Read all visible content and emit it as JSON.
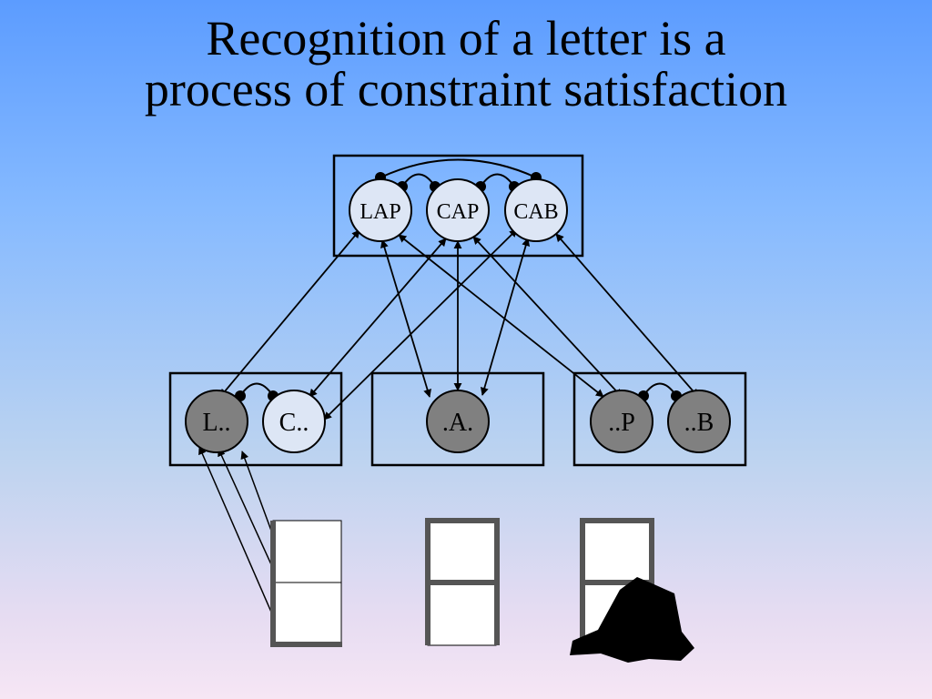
{
  "title": {
    "line1": "Recognition of a letter is a",
    "line2": "process of constraint satisfaction"
  },
  "word_nodes": [
    {
      "label": "LAP"
    },
    {
      "label": "CAP"
    },
    {
      "label": "CAB"
    }
  ],
  "letter_nodes": [
    {
      "label": "L..",
      "active": true
    },
    {
      "label": "C..",
      "active": false
    },
    {
      "label": ".A.",
      "active": true
    },
    {
      "label": "..P",
      "active": true
    },
    {
      "label": "..B",
      "active": true
    }
  ],
  "colors": {
    "active_fill": "#808080",
    "inactive_fill": "#dde6f5",
    "stroke": "#000000",
    "blob": "#000000"
  }
}
